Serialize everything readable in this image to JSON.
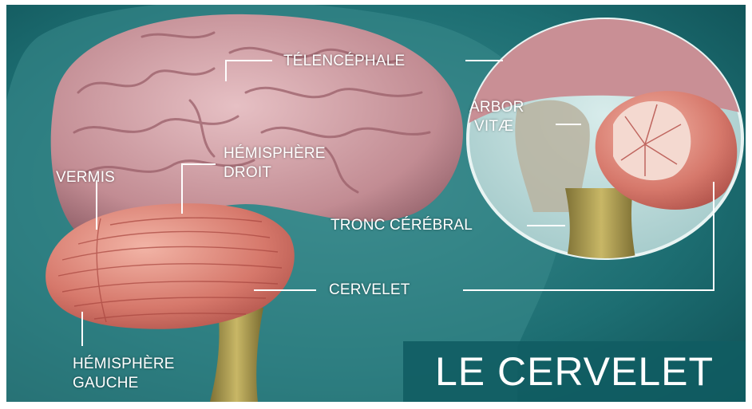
{
  "title": "LE CERVELET",
  "labels": {
    "telencephale": "TÉLENCÉPHALE",
    "arbor_vitae_line1": "ARBOR",
    "arbor_vitae_line2": "VITÆ",
    "hemisphere_droit_line1": "HÉMISPHÈRE",
    "hemisphere_droit_line2": "DROIT",
    "vermis": "VERMIS",
    "tronc_cerebral": "TRONC CÉRÉBRAL",
    "cervelet": "CERVELET",
    "hemisphere_gauche_line1": "HÉMISPHÈRE",
    "hemisphere_gauche_line2": "GAUCHE"
  },
  "colors": {
    "background_teal": "#1d6e72",
    "brain_pink": "#c98f95",
    "cerebellum_red": "#d46d62",
    "brainstem_olive": "#b8a652",
    "title_box": "#105c62",
    "label_white": "#ffffff"
  }
}
